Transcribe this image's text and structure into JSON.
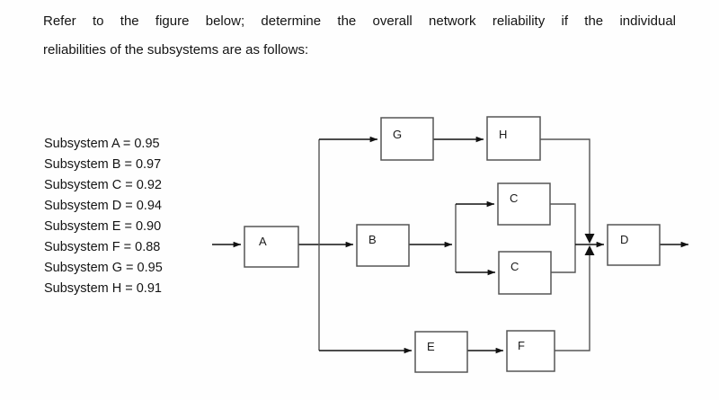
{
  "question": {
    "line1": "Refer to the figure below; determine the overall network reliability if the individual",
    "line2": "reliabilities of the subsystems are as follows:"
  },
  "subsystems": [
    {
      "label": "Subsystem A = 0.95",
      "name": "A",
      "value": "0.95"
    },
    {
      "label": "Subsystem B = 0.97",
      "name": "B",
      "value": "0.97"
    },
    {
      "label": "Subsystem C = 0.92",
      "name": "C",
      "value": "0.92"
    },
    {
      "label": "Subsystem D = 0.94",
      "name": "D",
      "value": "0.94"
    },
    {
      "label": "Subsystem E = 0.90",
      "name": "E",
      "value": "0.90"
    },
    {
      "label": "Subsystem F = 0.88",
      "name": "F",
      "value": "0.88"
    },
    {
      "label": "Subsystem G = 0.95",
      "name": "G",
      "value": "0.95"
    },
    {
      "label": "Subsystem H = 0.91",
      "name": "H",
      "value": "0.91"
    }
  ],
  "diagram": {
    "stroke_color": "#555555",
    "arrow_color": "#111111",
    "box_fill": "#ffffff",
    "blocks": {
      "a": "A",
      "b": "B",
      "c_upper": "C",
      "c_lower": "C",
      "d": "D",
      "e": "E",
      "f": "F",
      "g": "G",
      "h": "H"
    }
  }
}
